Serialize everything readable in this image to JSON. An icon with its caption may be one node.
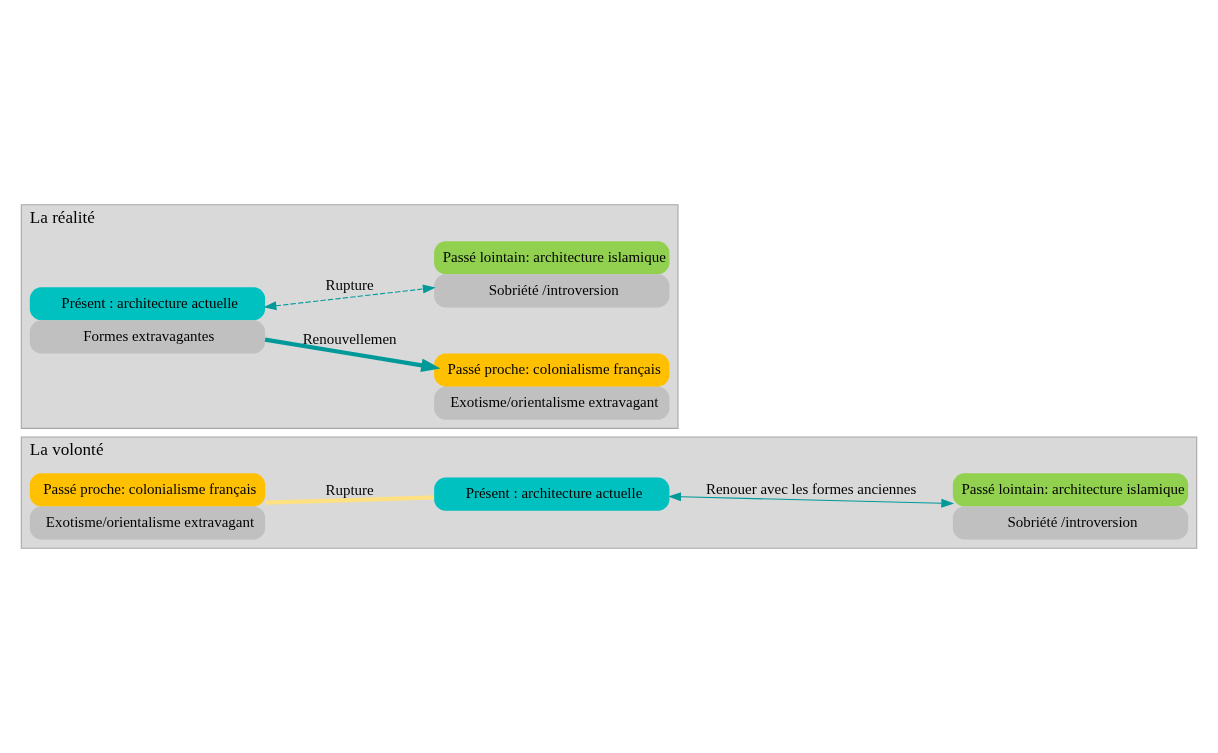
{
  "diagram": {
    "nodes": [
      {
        "text": [
          "La volonté"
        ]
      },
      {
        "text": [
          "Passé lointain: architecture islamique",
          "Sobriété /introversion"
        ],
        "in": 0
      },
      {
        "text": [
          "Passé proche: colonialisme français",
          "Exotisme/orientalisme extravagant"
        ],
        "in": 0
      },
      {
        "text": [
          "Présent : architecture actuelle"
        ],
        "in": 0
      },
      {
        "text": [
          "La réalité"
        ]
      },
      {
        "text": [
          "Présent : architecture actuelle",
          "Formes extravagantes"
        ],
        "in": 4
      },
      {
        "text": [
          "Passé proche: colonialisme français",
          "Exotisme/orientalisme extravagant"
        ],
        "in": 4
      },
      {
        "text": [
          "Passé lointain: architecture islamique",
          "Sobriété /introversion"
        ],
        "in": 4
      }
    ],
    "edges": [
      {
        "from": 2,
        "to": 3,
        "arrow": "none",
        "label": "Rupture",
        "style": "thick",
        "color": "#ffe083"
      },
      {
        "from": 3,
        "to": 1,
        "arrow": "both",
        "label": "Renouer avec les formes anciennes"
      },
      {
        "from": 5,
        "to": 6,
        "arrow": "to",
        "label": "Renouvellemen",
        "style": "thick"
      },
      {
        "from": 5,
        "to": 7,
        "arrow": "both",
        "label": "Rupture",
        "style": "dashed"
      }
    ]
  }
}
